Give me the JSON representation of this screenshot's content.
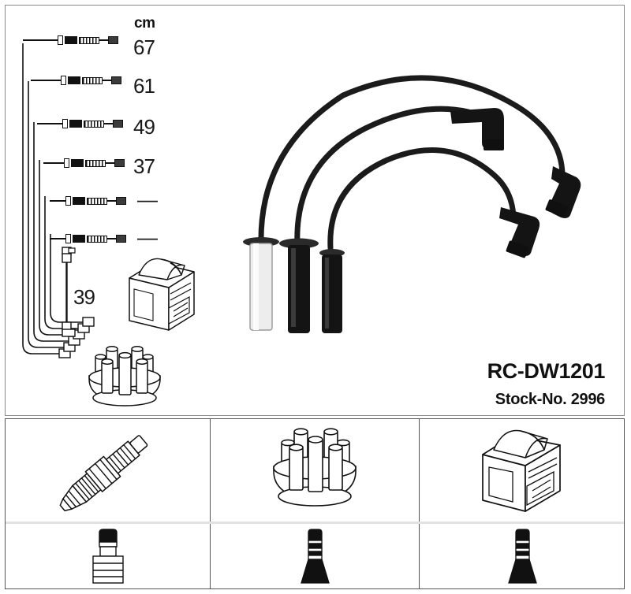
{
  "document": {
    "type": "automotive-parts-catalog-diagram",
    "brand_product_code": "RC-DW1201",
    "stock_number_label": "Stock-No. 2996"
  },
  "length_table": {
    "unit_header": "cm",
    "rows": [
      {
        "index": 1,
        "length": "67",
        "has_value": true
      },
      {
        "index": 2,
        "length": "61",
        "has_value": true
      },
      {
        "index": 3,
        "length": "49",
        "has_value": true
      },
      {
        "index": 4,
        "length": "37",
        "has_value": true
      },
      {
        "index": 5,
        "length": "—",
        "has_value": false
      },
      {
        "index": 6,
        "length": "—",
        "has_value": false
      }
    ],
    "coil_lead_length": "39"
  },
  "components": {
    "coil_module": "ignition-coil-module",
    "distributor_cap": "distributor-cap",
    "spark_plug": "spark-plug",
    "cable_set": "ignition-cable-set"
  },
  "bottom_panels": [
    {
      "id": "panel-spark-plug",
      "top_item": "spark-plug",
      "bottom_item": "spark-plug-connector-boot"
    },
    {
      "id": "panel-distributor-cap",
      "top_item": "distributor-cap",
      "bottom_item": "distributor-connector-boot"
    },
    {
      "id": "panel-ignition-coil",
      "top_item": "ignition-coil-module",
      "bottom_item": "coil-connector-boot"
    }
  ],
  "colors": {
    "ink": "#111111",
    "frame": "#555555",
    "light_divider": "#e2e2e2",
    "cable_black": "#1a1a1a",
    "metal_grey": "#bfbfbf",
    "background": "#ffffff"
  }
}
